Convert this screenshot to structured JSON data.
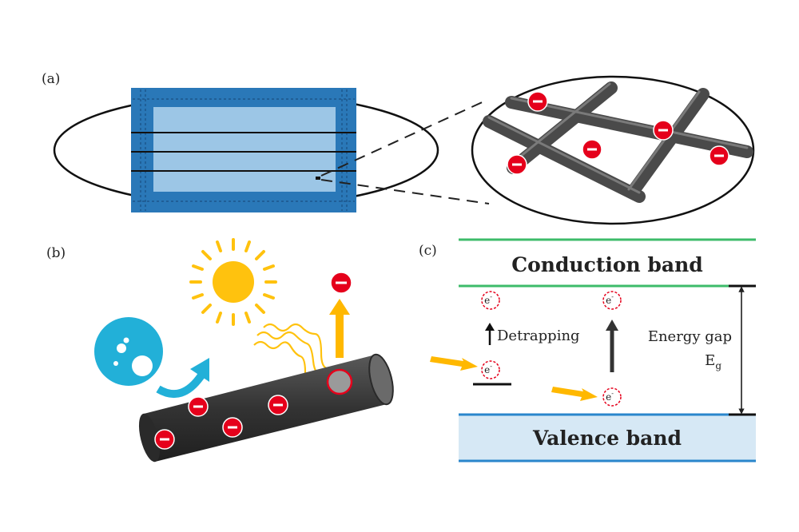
{
  "panels": {
    "a": {
      "label": "(a)"
    },
    "b": {
      "label": "(b)"
    },
    "c": {
      "label": "(c)"
    }
  },
  "band_diagram": {
    "conduction_band": "Conduction band",
    "valence_band": "Valence band",
    "detrapping": "Detrapping",
    "energy_gap": "Energy gap",
    "gap_symbol": "E",
    "gap_subscript": "g",
    "electron_symbol": "e",
    "electron_superscript": "-"
  },
  "charge_symbol": "−",
  "colors": {
    "mask_outer": "#2a78b8",
    "mask_inner": "#9cc6e6",
    "fiber": "#555555",
    "cylinder": "#3a3a3a",
    "charge": "#e5001b",
    "sun": "#ffc20e",
    "droplet": "#22b0d8",
    "band_line_top": "#3dbb6a",
    "band_line_bottom": "#2a86cc",
    "valence_fill": "#d6e8f5"
  },
  "icons": [
    "face-mask-icon",
    "fiber-network-icon",
    "sun-icon",
    "droplet-icon",
    "light-wave-icon",
    "lightning-arrow-icon"
  ]
}
